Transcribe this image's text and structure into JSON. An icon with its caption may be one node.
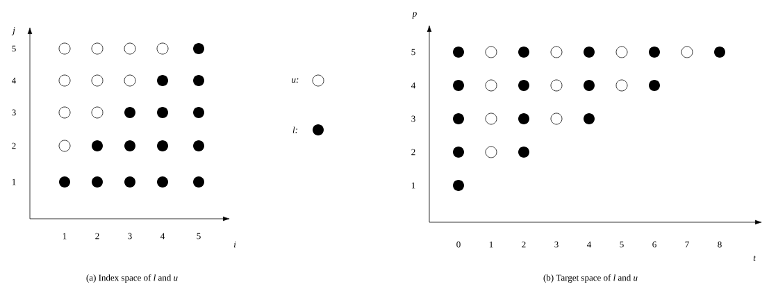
{
  "diagram": {
    "nodes": [
      {
        "text": [],
        "shape": "circle"
      },
      {
        "text": [],
        "shape": "circle"
      },
      {
        "text": [],
        "shape": "circle"
      },
      {
        "text": [],
        "shape": "circle"
      },
      {
        "text": [],
        "shape": "dot"
      },
      {
        "text": [],
        "shape": "circle"
      },
      {
        "text": [],
        "shape": "circle"
      },
      {
        "text": [],
        "shape": "circle"
      },
      {
        "text": [],
        "shape": "dot"
      },
      {
        "text": [],
        "shape": "dot"
      },
      {
        "text": [],
        "shape": "circle"
      },
      {
        "text": [],
        "shape": "circle"
      },
      {
        "text": [],
        "shape": "dot"
      },
      {
        "text": [],
        "shape": "dot"
      },
      {
        "text": [],
        "shape": "dot"
      },
      {
        "text": [],
        "shape": "circle"
      },
      {
        "text": [],
        "shape": "dot"
      },
      {
        "text": [],
        "shape": "dot"
      },
      {
        "text": [],
        "shape": "dot"
      },
      {
        "text": [],
        "shape": "dot"
      },
      {
        "text": [],
        "shape": "dot"
      },
      {
        "text": [],
        "shape": "dot"
      },
      {
        "text": [],
        "shape": "dot"
      },
      {
        "text": [],
        "shape": "dot"
      },
      {
        "text": [],
        "shape": "dot"
      },
      {
        "text": [],
        "shape": "dot"
      },
      {
        "text": [],
        "shape": "circle"
      },
      {
        "text": [],
        "shape": "dot"
      },
      {
        "text": [],
        "shape": "circle"
      },
      {
        "text": [],
        "shape": "dot"
      },
      {
        "text": [],
        "shape": "circle"
      },
      {
        "text": [],
        "shape": "dot"
      },
      {
        "text": [],
        "shape": "circle"
      },
      {
        "text": [],
        "shape": "dot"
      },
      {
        "text": [],
        "shape": "dot"
      },
      {
        "text": [],
        "shape": "circle"
      },
      {
        "text": [],
        "shape": "dot"
      },
      {
        "text": [],
        "shape": "circle"
      },
      {
        "text": [],
        "shape": "dot"
      },
      {
        "text": [],
        "shape": "circle"
      },
      {
        "text": [],
        "shape": "dot"
      },
      {
        "text": [],
        "shape": "dot"
      },
      {
        "text": [],
        "shape": "circle"
      },
      {
        "text": [],
        "shape": "dot"
      },
      {
        "text": [],
        "shape": "circle"
      },
      {
        "text": [],
        "shape": "dot"
      },
      {
        "text": [],
        "shape": "dot"
      },
      {
        "text": [],
        "shape": "circle"
      },
      {
        "text": [],
        "shape": "dot"
      },
      {
        "text": [],
        "shape": "dot"
      }
    ],
    "labels": [
      "j",
      "5",
      "4",
      "3",
      "2",
      "1",
      "1",
      "2",
      "3",
      "4",
      "5",
      "i",
      "p",
      "5",
      "4",
      "3",
      "2",
      "1",
      "0",
      "1",
      "2",
      "3",
      "4",
      "5",
      "6",
      "7",
      "8",
      "t",
      "(a) Index space of *l* and *u*",
      "(b) Target space of *l* and *u*"
    ],
    "legend": [
      {
        "text": "u:"
      },
      {
        "text": "l:"
      }
    ]
  }
}
